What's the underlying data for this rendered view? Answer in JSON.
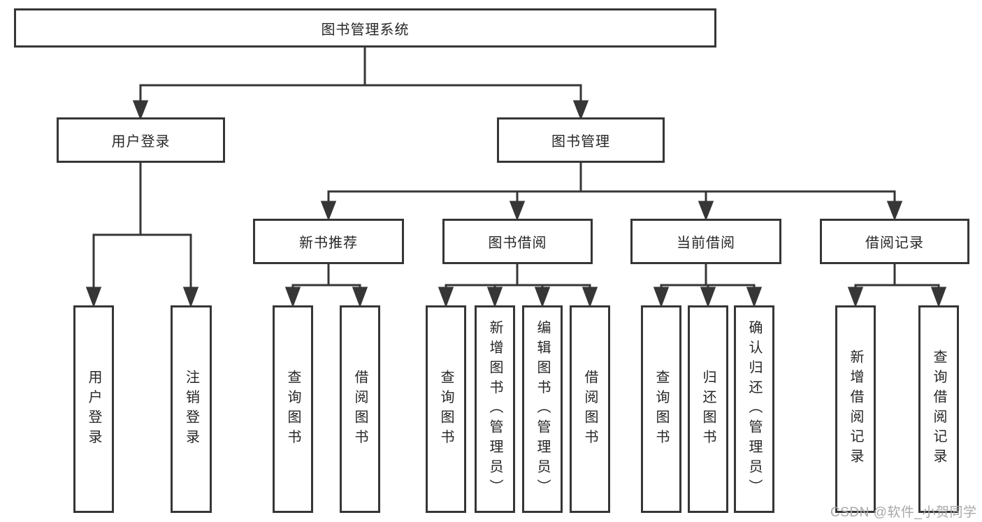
{
  "tree": {
    "root": {
      "label": "图书管理系统"
    },
    "children": [
      {
        "label": "用户登录",
        "children": [
          {
            "label": "用户登录"
          },
          {
            "label": "注销登录"
          }
        ]
      },
      {
        "label": "图书管理",
        "children": [
          {
            "label": "新书推荐",
            "children": [
              {
                "label": "查询图书"
              },
              {
                "label": "借阅图书"
              }
            ]
          },
          {
            "label": "图书借阅",
            "children": [
              {
                "label": "查询图书"
              },
              {
                "label": "新增图书（管理员）"
              },
              {
                "label": "编辑图书（管理员）"
              },
              {
                "label": "借阅图书"
              }
            ]
          },
          {
            "label": "当前借阅",
            "children": [
              {
                "label": "查询图书"
              },
              {
                "label": "归还图书"
              },
              {
                "label": "确认归还（管理员）"
              }
            ]
          },
          {
            "label": "借阅记录",
            "children": [
              {
                "label": "新增借阅记录"
              },
              {
                "label": "查询借阅记录"
              }
            ]
          }
        ]
      }
    ]
  },
  "watermark": {
    "text": "CSDN @软件_小贺同学"
  },
  "colors": {
    "line": "#363636",
    "box_border": "#363636",
    "text": "#262626",
    "watermark": "#a8a8a8",
    "background": "#ffffff"
  }
}
